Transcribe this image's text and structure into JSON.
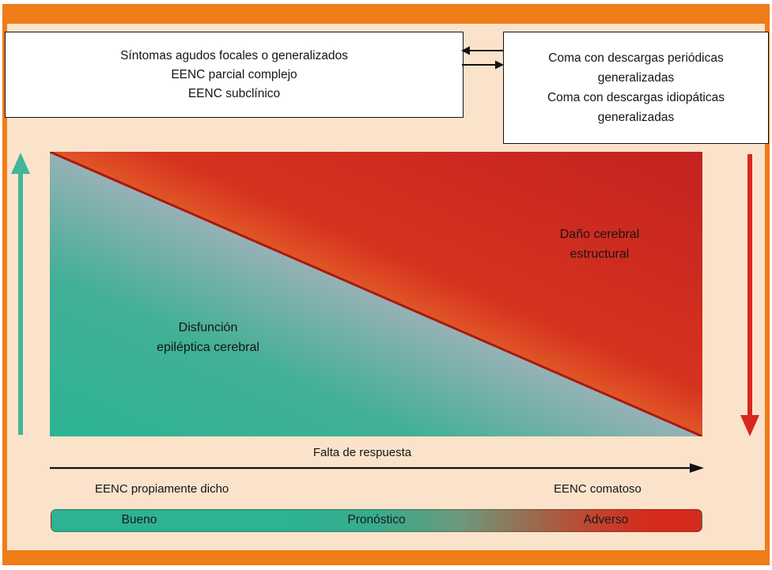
{
  "colors": {
    "frame_orange": "#ef7c18",
    "background_peach": "#fbe3cb",
    "teal": "#43b598",
    "red": "#d7281e",
    "ink": "#151515"
  },
  "boxes": {
    "left": {
      "lines": [
        "Síntomas agudos focales o generalizados",
        "EENC parcial complejo",
        "EENC subclínico"
      ]
    },
    "right": {
      "lines": [
        "Coma con descargas periódicas",
        "generalizadas",
        "Coma con descargas idiopáticas",
        "generalizadas"
      ]
    }
  },
  "main": {
    "teal_label": {
      "lines": [
        "Disfunción",
        "epiléptica cerebral"
      ]
    },
    "red_label": {
      "lines": [
        "Daño cerebral",
        "estructural"
      ]
    }
  },
  "axis": {
    "response_label": "Falta de respuesta",
    "left_label": "EENC propiamente dicho",
    "right_label": "EENC comatoso"
  },
  "prognosis_bar": {
    "left": "Bueno",
    "center": "Pronóstico",
    "right": "Adverso"
  }
}
